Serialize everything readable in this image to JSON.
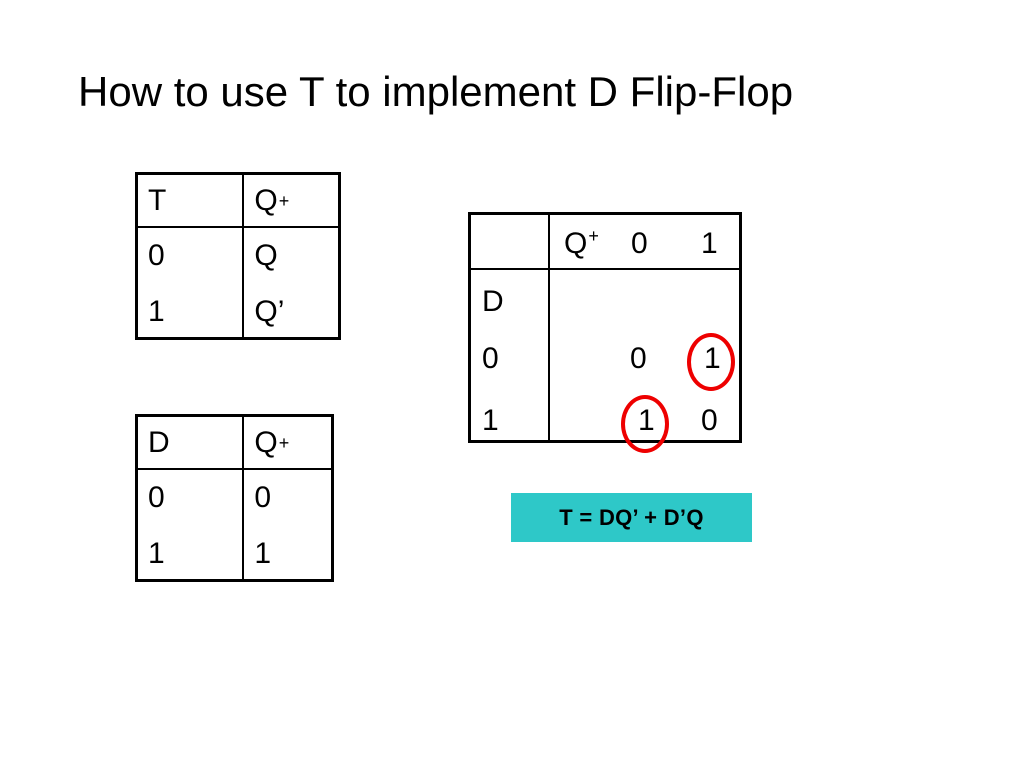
{
  "slide": {
    "title": "How to use T to implement D Flip-Flop",
    "background": "#ffffff"
  },
  "tables": [
    {
      "id": "t-flip-flop",
      "name": "T flip-flop characteristic table",
      "headers": [
        "T",
        "Q",
        "+"
      ],
      "header_left": "T",
      "header_right_base": "Q",
      "header_right_sup": "+",
      "rows": [
        {
          "input": "0",
          "output": "Q"
        },
        {
          "input": "1",
          "output": "Q’"
        }
      ]
    },
    {
      "id": "d-flip-flop",
      "name": "D flip-flop characteristic table",
      "header_left": "D",
      "header_right_base": "Q",
      "header_right_sup": "+",
      "rows": [
        {
          "input": "0",
          "output": "0"
        },
        {
          "input": "1",
          "output": "1"
        }
      ]
    }
  ],
  "kmap": {
    "name": "excitation-kmap",
    "col_header_label_base": "Q",
    "col_header_label_sup": "+",
    "col_headers": [
      "0",
      "1"
    ],
    "row_header_label": "D",
    "row_headers": [
      "0",
      "1"
    ],
    "cells": [
      {
        "row": "0",
        "col": "0",
        "value": "0",
        "circled": false
      },
      {
        "row": "0",
        "col": "1",
        "value": "1",
        "circled": true
      },
      {
        "row": "1",
        "col": "0",
        "value": "1",
        "circled": true
      },
      {
        "row": "1",
        "col": "1",
        "value": "0",
        "circled": false
      }
    ],
    "circle_color": "#ee0000"
  },
  "formula": {
    "text": "T = DQ’ + D’Q",
    "background": "#2ec8c8",
    "text_color": "#000000"
  }
}
